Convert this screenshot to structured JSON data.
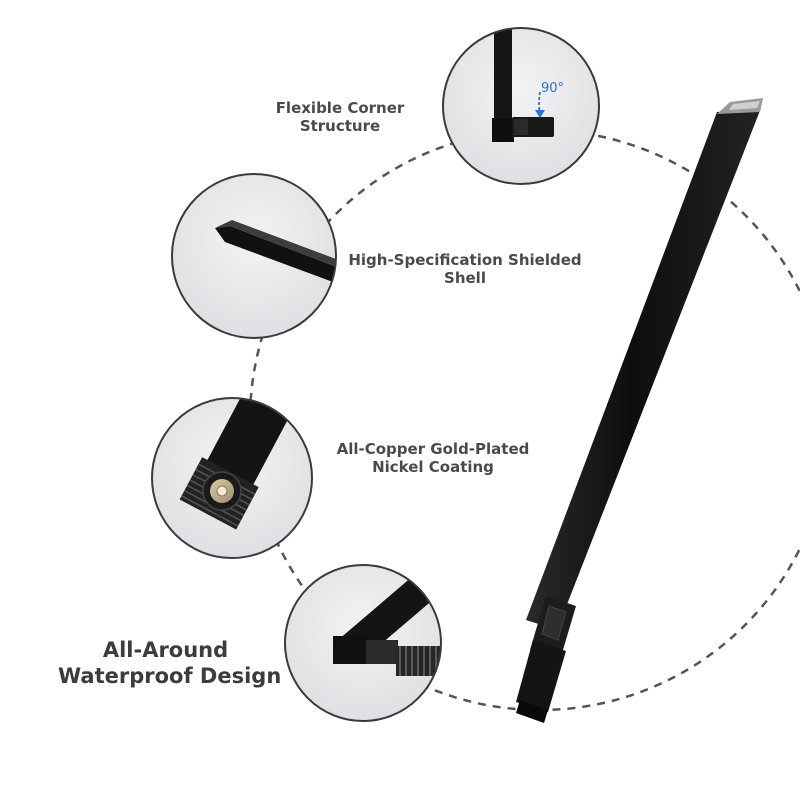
{
  "features": [
    {
      "id": "flexible",
      "lines": [
        "Flexible Corner",
        "Structure"
      ]
    },
    {
      "id": "shell",
      "lines": [
        "High-Specification Shielded",
        "Shell"
      ]
    },
    {
      "id": "copper",
      "lines": [
        "All-Copper Gold-Plated",
        "Nickel Coating"
      ]
    },
    {
      "id": "water",
      "lines": [
        "All-Around",
        "Waterproof Design"
      ]
    }
  ],
  "callout_angle": "90°",
  "colors": {
    "antenna": "#151515",
    "dashed_circle": "#555555",
    "bubble_border": "#3a3a3a",
    "bubble_fill": "#e9e9eb",
    "angle_arrow": "#2a6fd6",
    "label_text": "#4a4a4a"
  }
}
